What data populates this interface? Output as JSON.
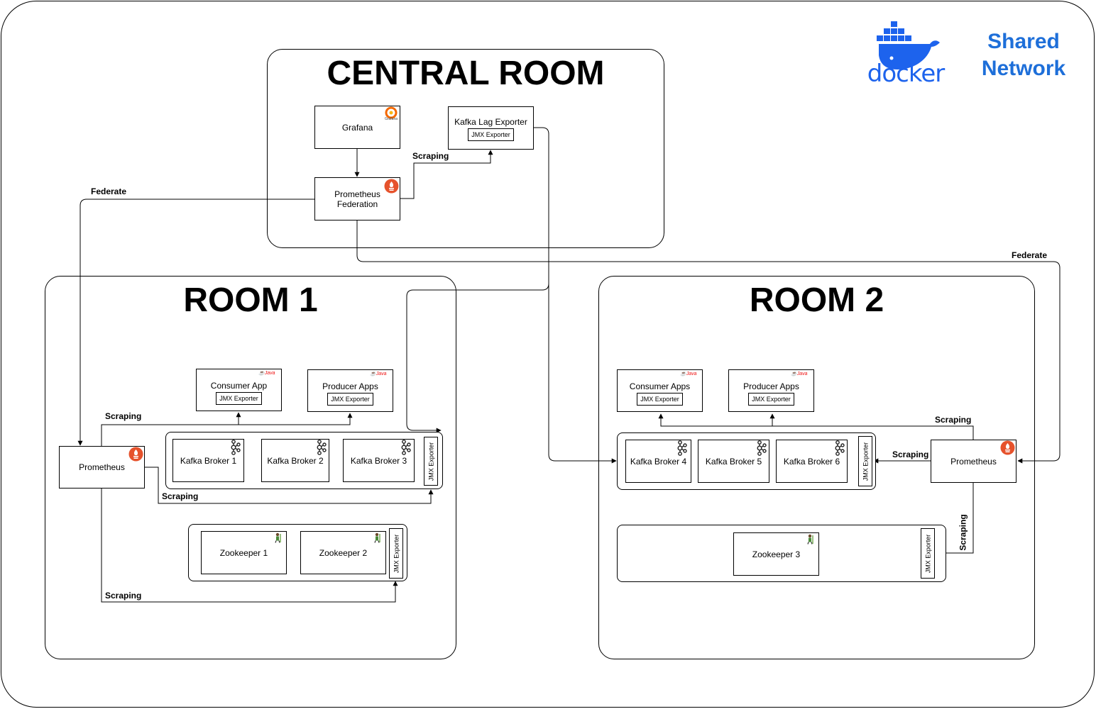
{
  "header": {
    "brand_word": "docker",
    "network_line1": "Shared",
    "network_line2": "Network",
    "brand_color": "#1d63ed",
    "network_color": "#1e6fd9"
  },
  "rooms": {
    "central": {
      "title": "CENTRAL ROOM"
    },
    "room1": {
      "title": "ROOM 1"
    },
    "room2": {
      "title": "ROOM 2"
    }
  },
  "central": {
    "grafana": "Grafana",
    "grafana_logo_text": "Grafana",
    "lag_exporter": "Kafka Lag Exporter",
    "prom_federation_line1": "Prometheus",
    "prom_federation_line2": "Federation"
  },
  "room1": {
    "consumer": "Consumer App",
    "producer": "Producer Apps",
    "prometheus": "Prometheus",
    "brokers": [
      "Kafka Broker 1",
      "Kafka Broker 2",
      "Kafka Broker 3"
    ],
    "zookeepers": [
      "Zookeeper 1",
      "Zookeeper 2"
    ]
  },
  "room2": {
    "consumer": "Consumer Apps",
    "producer": "Producer Apps",
    "prometheus": "Prometheus",
    "brokers": [
      "Kafka Broker 4",
      "Kafka Broker 5",
      "Kafka Broker 6"
    ],
    "zookeepers": [
      "Zookeeper 3"
    ]
  },
  "common": {
    "jmx": "JMX Exporter",
    "java": "Java",
    "scraping": "Scraping",
    "federate": "Federate"
  },
  "colors": {
    "prometheus": "#e6522c",
    "java": "#e11d1d"
  }
}
